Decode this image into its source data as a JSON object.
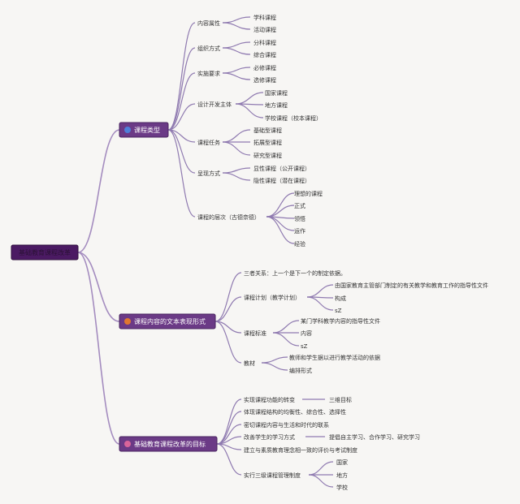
{
  "root": {
    "label": "基础教育课程改革"
  },
  "branches": [
    {
      "icon": "blue-circle-icon",
      "label": "课程类型",
      "children": [
        {
          "label": "内容属性",
          "children": [
            "学科课程",
            "活动课程"
          ]
        },
        {
          "label": "组织方式",
          "children": [
            "分科课程",
            "综合课程"
          ]
        },
        {
          "label": "实施要求",
          "children": [
            "必修课程",
            "选修课程"
          ]
        },
        {
          "label": "设计开发主体",
          "children": [
            "国家课程",
            "地方课程",
            "学校课程（校本课程）"
          ]
        },
        {
          "label": "课程任务",
          "children": [
            "基础型课程",
            "拓展型课程",
            "研究型课程"
          ]
        },
        {
          "label": "呈现方式",
          "children": [
            "显性课程（公开课程）",
            "隐性课程（潜在课程）"
          ]
        },
        {
          "label": "课程的层次（古德奈德）",
          "children": [
            "理想的课程",
            "正式",
            "领悟",
            "运作",
            "经验"
          ]
        }
      ]
    },
    {
      "icon": "orange-circle-icon",
      "label": "课程内容的文本表现形式",
      "children": [
        {
          "label": "三者关系：上一个是下一个的制定依据。",
          "children": []
        },
        {
          "label": "课程计划（教学计划）",
          "children": [
            "由国家教育主管部门制定的有关教学和教育工作的指导性文件",
            "构成",
            "sZ"
          ]
        },
        {
          "label": "课程标准",
          "children": [
            "某门学科教学内容的指导性文件",
            "内容",
            "sZ"
          ]
        },
        {
          "label": "教材",
          "children": [
            "教师和学生据以进行教学活动的依据",
            "编排形式"
          ]
        }
      ]
    },
    {
      "icon": "pink-circle-icon",
      "label": "基础教育课程改革的目标",
      "children": [
        {
          "label": "实现课程功能的转变",
          "children": [
            "三维目标"
          ]
        },
        {
          "label": "体现课程结构的均衡性、综合性、选择性",
          "children": []
        },
        {
          "label": "密切课程内容与生活和时代的联系",
          "children": []
        },
        {
          "label": "改善学生的学习方式",
          "children": [
            "提倡自主学习、合作学习、研究学习"
          ]
        },
        {
          "label": "建立与素质教育理念相一致的评价与考试制度",
          "children": []
        },
        {
          "label": "实行三级课程管理制度",
          "children": [
            "国家",
            "地方",
            "学校"
          ]
        }
      ]
    }
  ],
  "colors": {
    "background": "#f7f6f4",
    "branch_fill": "#6b3a86",
    "root_fill": "#4b1a63",
    "line": "#8f7ab0",
    "icon_blue": "#4f7fd9",
    "icon_orange": "#e0772f",
    "icon_pink": "#d9649a"
  }
}
